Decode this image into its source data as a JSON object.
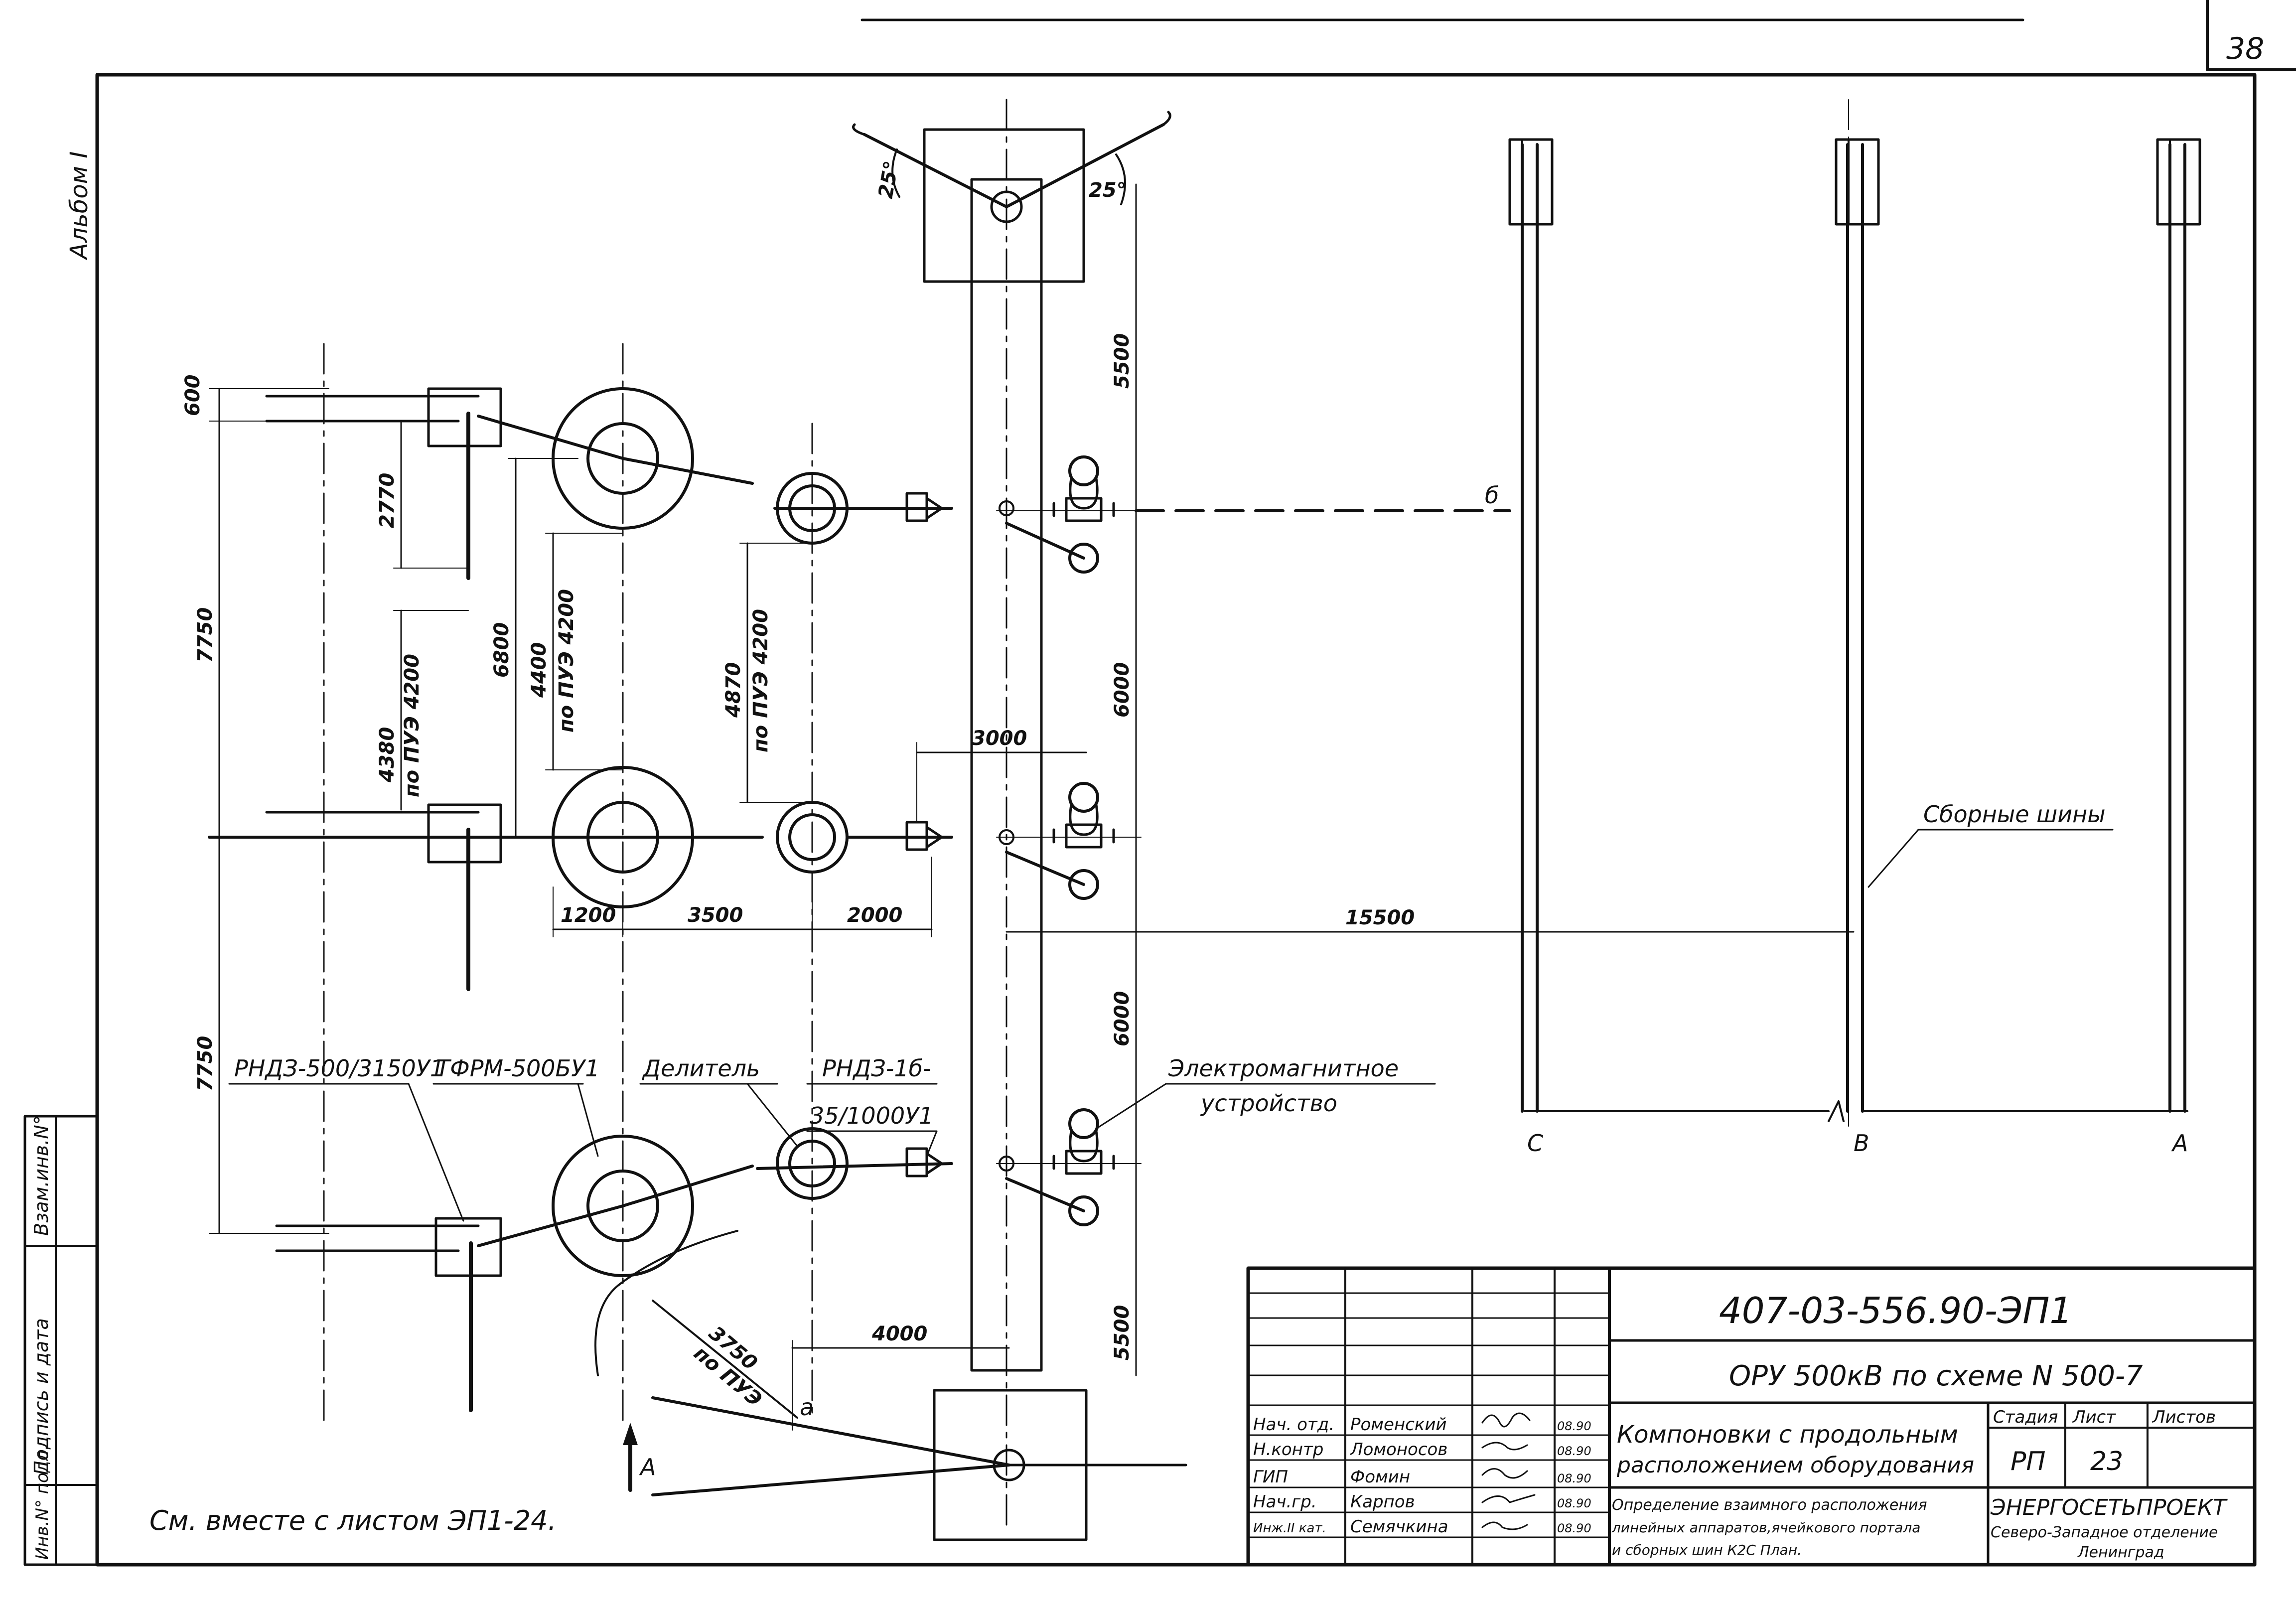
{
  "sheet_corner_number": "38",
  "album_label": "Альбом I",
  "dimensions": {
    "d600": "600",
    "d2770": "2770",
    "d7750_top": "7750",
    "d7750_bottom": "7750",
    "d4380": "4380",
    "d4380_note": "по ПУЭ 4200",
    "d6800": "6800",
    "d4400": "4400",
    "d4400_note": "по ПУЭ 4200",
    "d4870": "4870",
    "d4870_note": "по ПУЭ 4200",
    "d3000": "3000",
    "d1200": "1200",
    "d3500": "3500",
    "d2000": "2000",
    "d15500": "15500",
    "d5500_top": "5500",
    "d6000_top": "6000",
    "d6000_bottom": "6000",
    "d5500_bottom": "5500",
    "d4000": "4000",
    "d3750": "3750",
    "d3750_note": "по ПУЭ",
    "angle_left": "25°",
    "angle_right": "25°"
  },
  "labels": {
    "rnd_main": "РНДЗ-500/3150У1",
    "tfrm": "ТФРМ-500БУ1",
    "divider": "Делитель",
    "rnd_small_1": "РНДЗ-1б-",
    "rnd_small_2": "35/1000У1",
    "electromagnetic_1": "Электромагнитное",
    "electromagnetic_2": "устройство",
    "busbars": "Сборные шины",
    "point_a": "а",
    "point_b": "б",
    "bus_c": "С",
    "bus_b": "В",
    "bus_a": "А",
    "arrow_a": "А",
    "see_also": "См. вместе с листом ЭП1-24."
  },
  "side_stamp": {
    "inv_no": "Инв.N° подл.",
    "signature_date": "Подпись и дата",
    "replaces_inv": "Взам.инв.N°"
  },
  "title_block": {
    "doc_code": "407-03-556.90-ЭП1",
    "project_title": "ОРУ 500кВ по схеме N 500-7",
    "sheet_title_1": "Компоновки с продольным",
    "sheet_title_2": "расположением оборудования",
    "drawing_title_1": "Определение взаимного расположения",
    "drawing_title_2": "линейных аппаратов,ячейкового портала",
    "drawing_title_3": "и сборных шин К2С План.",
    "stage_header": "Стадия",
    "sheet_header": "Лист",
    "sheets_header": "Листов",
    "stage": "РП",
    "sheet": "23",
    "sheets": "",
    "organization": "ЭНЕРГОСЕТЬПРОЕКТ",
    "branch_1": "Северо-Западное отделение",
    "branch_2": "Ленинград",
    "staff": [
      {
        "role": "Нач. отд.",
        "name": "Роменский",
        "date": "08.90"
      },
      {
        "role": "Н.контр",
        "name": "Ломоносов",
        "date": "08.90"
      },
      {
        "role": "ГИП",
        "name": "Фомин",
        "date": "08.90"
      },
      {
        "role": "Нач.гр.",
        "name": "Карпов",
        "date": "08.90"
      },
      {
        "role": "Инж.II кат.",
        "name": "Семячкина",
        "date": "08.90"
      }
    ]
  }
}
